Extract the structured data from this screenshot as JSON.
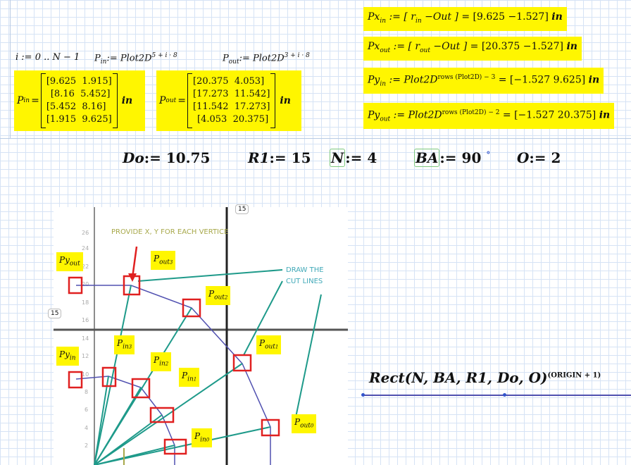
{
  "defs": {
    "i_range": "i := 0 .. N − 1",
    "p_in_def_lhs": "P",
    "p_in_def_lhs_sub": "in",
    "p_in_def_rhs": ":= Plot2D",
    "p_in_def_sup": "5 + i · 8",
    "p_out_def_lhs": "P",
    "p_out_def_lhs_sub": "out",
    "p_out_def_rhs": ":= Plot2D",
    "p_out_def_sup": "3 + i · 8"
  },
  "matrices": {
    "p_in": {
      "name": "P",
      "sub": "in",
      "rows": [
        [
          "9.625",
          "1.915"
        ],
        [
          "8.16",
          "5.452"
        ],
        [
          "5.452",
          "8.16"
        ],
        [
          "1.915",
          "9.625"
        ]
      ],
      "unit": "in"
    },
    "p_out": {
      "name": "P",
      "sub": "out",
      "rows": [
        [
          "20.375",
          "4.053"
        ],
        [
          "17.273",
          "11.542"
        ],
        [
          "11.542",
          "17.273"
        ],
        [
          "4.053",
          "20.375"
        ]
      ],
      "unit": "in"
    }
  },
  "equations": {
    "px_in": {
      "lhs": "Px",
      "lhs_sub": "in",
      "expr": ":= [ r",
      "expr_sub": "in",
      "expr_tail": " −Out ] =",
      "result": "[9.625  −1.527]",
      "unit": "in"
    },
    "px_out": {
      "lhs": "Px",
      "lhs_sub": "out",
      "expr": ":= [ r",
      "expr_sub": "out",
      "expr_tail": " −Out ] =",
      "result": "[20.375  −1.527]",
      "unit": "in"
    },
    "py_in": {
      "lhs": "Py",
      "lhs_sub": "in",
      "expr": ":= Plot2D",
      "expr_sup": "rows (Plot2D) − 3",
      "result": "= [−1.527  9.625]",
      "unit": "in"
    },
    "py_out": {
      "lhs": "Py",
      "lhs_sub": "out",
      "expr": ":= Plot2D",
      "expr_sup": "rows (Plot2D) − 2",
      "result": "= [−1.527  20.375]",
      "unit": "in"
    }
  },
  "variables": {
    "do": {
      "name": "Do",
      "value": ":= 10.75"
    },
    "r1": {
      "name": "R1",
      "value": ":= 15"
    },
    "n": {
      "name": "N",
      "value": ":= 4"
    },
    "ba": {
      "name": "BA",
      "value": ":= 90",
      "unit": "°"
    },
    "o": {
      "name": "O",
      "value": ":= 2"
    }
  },
  "plot": {
    "tag_top": "15",
    "tag_left": "15",
    "y_ticks": [
      "26",
      "24",
      "22",
      "20",
      "18",
      "16",
      "14",
      "12",
      "10",
      "8",
      "6",
      "4",
      "2"
    ],
    "annotation_top": "PROVIDE X, Y FOR EACH VERTICE",
    "annotation_right_1": "DRAW THE",
    "annotation_right_2": "CUT LINES",
    "labels": {
      "py_out": {
        "base": "Py",
        "sub": "out"
      },
      "p_out_3": {
        "base": "P",
        "sub": "out",
        "subsub": "3"
      },
      "p_out_2": {
        "base": "P",
        "sub": "out",
        "subsub": "2"
      },
      "p_out_1": {
        "base": "P",
        "sub": "out",
        "subsub": "1"
      },
      "p_out_0": {
        "base": "P",
        "sub": "out",
        "subsub": "0"
      },
      "py_in": {
        "base": "Py",
        "sub": "in"
      },
      "p_in_3": {
        "base": "P",
        "sub": "in",
        "subsub": "3"
      },
      "p_in_2": {
        "base": "P",
        "sub": "in",
        "subsub": "2"
      },
      "p_in_1": {
        "base": "P",
        "sub": "in",
        "subsub": "1"
      },
      "p_in_0": {
        "base": "P",
        "sub": "in",
        "subsub": "0"
      }
    }
  },
  "rect_call": {
    "expr": "Rect(N, BA, R1, Do, O)",
    "sup": "(ORIGIN + 1)"
  },
  "colors": {
    "highlight": "#fff600",
    "grid": "#d6e3f5",
    "annotation": "#41a9b8",
    "red_box": "#e02020",
    "poly": "#5050b0",
    "teal_line": "#1e9a8a"
  }
}
